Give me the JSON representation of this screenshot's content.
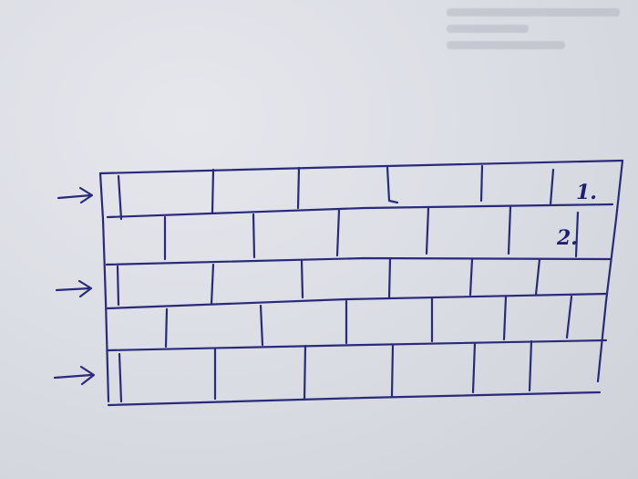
{
  "diagram": {
    "labels": [
      {
        "text": "1."
      },
      {
        "text": "2."
      }
    ],
    "arrow_count": 3,
    "course_count": 5,
    "ink_color": "#2a2a7a",
    "paper_color": "#dcdee5"
  }
}
